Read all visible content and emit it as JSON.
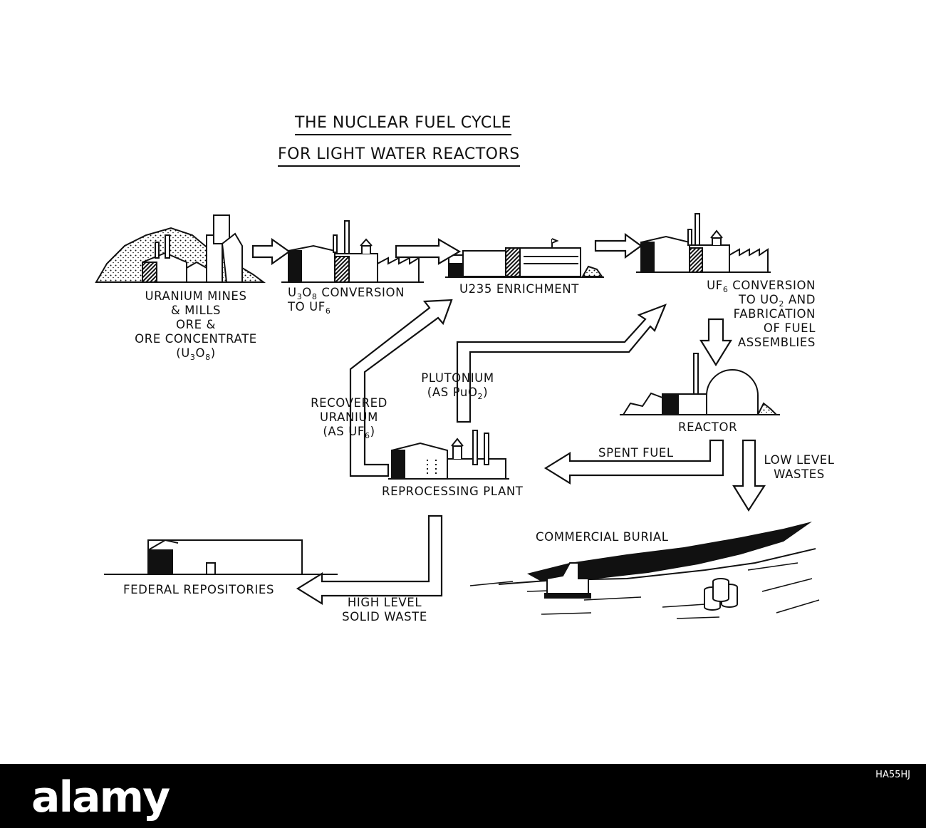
{
  "title": {
    "line1": "THE NUCLEAR FUEL CYCLE",
    "line2": "FOR LIGHT WATER REACTORS"
  },
  "nodes": {
    "mines": {
      "l1": "URANIUM MINES",
      "l2": "& MILLS",
      "l3": "ORE &",
      "l4": "ORE CONCENTRATE",
      "l5_pre": "(U",
      "l5_s1": "3",
      "l5_mid": "O",
      "l5_s2": "8",
      "l5_post": ")"
    },
    "conversion": {
      "l1_u": "U",
      "l1_s1": "3",
      "l1_o": "O",
      "l1_s2": "8",
      "l1_rest": " CONVERSION",
      "l2_pre": "TO UF",
      "l2_s": "6"
    },
    "enrichment": {
      "label": "U235 ENRICHMENT"
    },
    "fabrication": {
      "l1_pre": "UF",
      "l1_s": "6",
      "l1_rest": " CONVERSION",
      "l2_pre": "TO UO",
      "l2_s": "2",
      "l2_rest": " AND",
      "l3": "FABRICATION",
      "l4": "OF FUEL",
      "l5": "ASSEMBLIES"
    },
    "reactor": {
      "label": "REACTOR"
    },
    "reprocessing": {
      "label": "REPROCESSING PLANT"
    },
    "federal": {
      "label": "FEDERAL REPOSITORIES"
    },
    "burial": {
      "label": "COMMERCIAL BURIAL"
    }
  },
  "flows": {
    "recovered": {
      "l1": "RECOVERED",
      "l2": "URANIUM",
      "l3_pre": "(AS UF",
      "l3_s": "6",
      "l3_post": ")"
    },
    "plutonium": {
      "l1": "PLUTONIUM",
      "l2_pre": "(AS PuO",
      "l2_s": "2",
      "l2_post": ")"
    },
    "spent": {
      "label": "SPENT FUEL"
    },
    "low": {
      "l1": "LOW LEVEL",
      "l2": "WASTES"
    },
    "high": {
      "l1": "HIGH LEVEL",
      "l2": "SOLID WASTE"
    }
  },
  "footer": {
    "brand": "alamy",
    "stock_id": "HA55HJ"
  }
}
